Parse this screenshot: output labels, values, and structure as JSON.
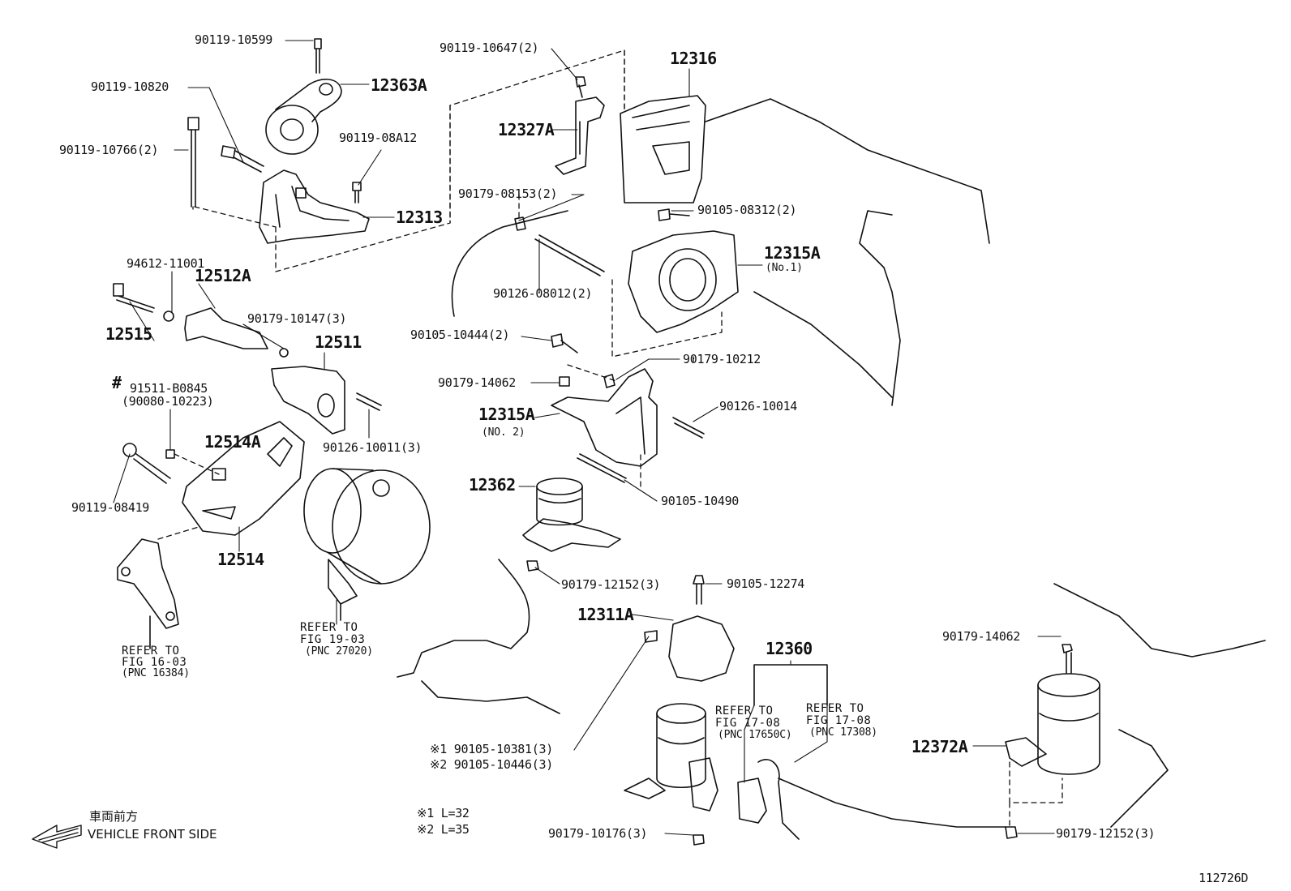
{
  "parts": {
    "p_90119_10599": "90119-10599",
    "p_12363A": "12363A",
    "p_90119_10820": "90119-10820",
    "p_90119_10766": "90119-10766(2)",
    "p_90119_08A12": "90119-08A12",
    "p_12313": "12313",
    "p_90119_10647": "90119-10647(2)",
    "p_12316": "12316",
    "p_12327A": "12327A",
    "p_90179_08153": "90179-08153(2)",
    "p_90105_08312": "90105-08312(2)",
    "p_12315A_no1": "12315A",
    "p_12315A_no1_sub": "(No.1)",
    "p_90126_08012": "90126-08012(2)",
    "p_94612_11001": "94612-11001",
    "p_12512A": "12512A",
    "p_12515": "12515",
    "p_90179_10147": "90179-10147(3)",
    "p_12511": "12511",
    "p_90105_10444": "90105-10444(2)",
    "p_90179_10212": "90179-10212",
    "p_90179_14062_a": "90179-14062",
    "p_91511_B0845": "91511-B0845",
    "p_hash": "#",
    "p_90080_10223": "(90080-10223)",
    "p_12315A_no2": "12315A",
    "p_12315A_no2_sub": "(NO. 2)",
    "p_90126_10014": "90126-10014",
    "p_12514A": "12514A",
    "p_90126_10011": "90126-10011(3)",
    "p_12362": "12362",
    "p_90105_10490": "90105-10490",
    "p_90119_08419": "90119-08419",
    "p_12514": "12514",
    "p_90179_12152_a": "90179-12152(3)",
    "p_90105_12274": "90105-12274",
    "p_12311A": "12311A",
    "p_12360": "12360",
    "p_90179_14062_b": "90179-14062",
    "p_12372A": "12372A",
    "p_90105_10381": "※1 90105-10381(3)",
    "p_90105_10446": "※2 90105-10446(3)",
    "p_90179_10176": "90179-10176(3)",
    "p_90179_12152_b": "90179-12152(3)"
  },
  "refs": {
    "fig1603": [
      "REFER TO",
      "FIG 16-03",
      "(PNC 16384)"
    ],
    "fig1903": [
      "REFER TO",
      "FIG 19-03",
      "(PNC 27020)"
    ],
    "fig1708a": [
      "REFER TO",
      "FIG 17-08",
      "(PNC 17650C)"
    ],
    "fig1708b": [
      "REFER TO",
      "FIG 17-08",
      "(PNC 17308)"
    ]
  },
  "notes": {
    "note1": "※1 L=32",
    "note2": "※2 L=35"
  },
  "legend": {
    "front_jp": "車両前方",
    "front_en": "VEHICLE FRONT SIDE"
  },
  "figure_id": "112726D"
}
